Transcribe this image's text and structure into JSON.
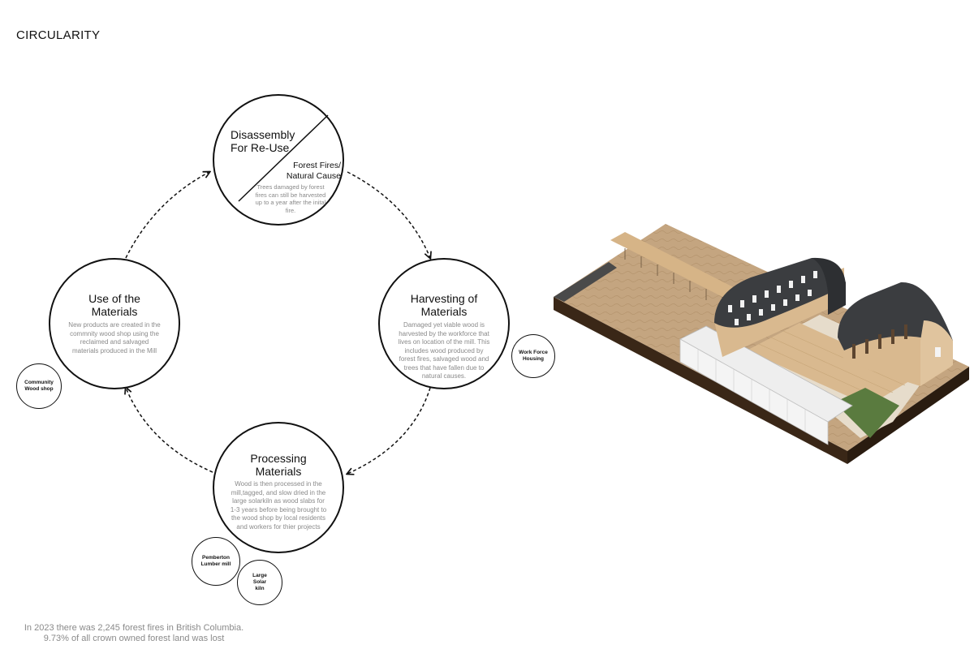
{
  "page_title": "CIRCULARITY",
  "nodes": {
    "disassembly": {
      "title": "Disassembly For Re-Use",
      "subtitle": "Forest Fires/ Natural Cause",
      "body": "Trees damaged by forest fires can still be harvested up to a year after the inital fire."
    },
    "harvesting": {
      "title": "Harvesting of Materials",
      "body": "Damaged yet viable wood is harvested by the workforce that lives on location of the mill. This includes wood produced by forest fires, salvaged wood and trees that have fallen due to natural causes."
    },
    "processing": {
      "title": "Processing Materials",
      "body": "Wood is then processed in the mill,tagged, and slow dried in the large solarkiln as wood slabs for 1-3 years before being brought to the wood shop by local residents and workers for thier projects"
    },
    "use": {
      "title": "Use of the Materials",
      "body": "New products are created in the commnity wood shop using the reclaimed and salvaged materials produced in the Mill"
    }
  },
  "small_nodes": {
    "community_wood_shop": "Community\nWood shop",
    "work_force_housing": "Work Force\nHousing",
    "pemberton_lumber_mill": "Pemberton\nLumber mill",
    "large_solar_kiln": "Large\nSolar\nkiln"
  },
  "footer": "In 2023 there was 2,245 forest fires in British Columbia. 9.73% of all crown owned forest land was lost",
  "colors": {
    "line": "#111111",
    "body_text": "#8a8a8a",
    "sand": "#c4a580",
    "roof": "#3b3d40",
    "timber": "#d9b98f",
    "grass": "#5a7b3f",
    "soil": "#4a3320"
  }
}
